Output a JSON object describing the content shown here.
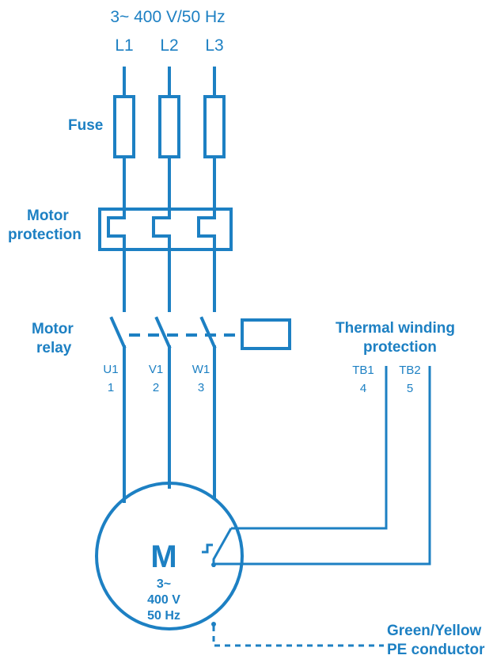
{
  "supply": {
    "rating": "3~ 400 V/50 Hz",
    "phases": [
      "L1",
      "L2",
      "L3"
    ]
  },
  "labels": {
    "fuse": "Fuse",
    "motor_protection": [
      "Motor",
      "protection"
    ],
    "motor_relay": [
      "Motor",
      "relay"
    ],
    "thermal_winding_protection": [
      "Thermal winding",
      "protection"
    ],
    "pe_conductor": [
      "Green/Yellow",
      "PE conductor"
    ]
  },
  "relay_terminals": [
    {
      "name": "U1",
      "number": "1"
    },
    {
      "name": "V1",
      "number": "2"
    },
    {
      "name": "W1",
      "number": "3"
    }
  ],
  "thermal_terminals": [
    {
      "name": "TB1",
      "number": "4"
    },
    {
      "name": "TB2",
      "number": "5"
    }
  ],
  "motor": {
    "symbol": "M",
    "spec": [
      "3~",
      "400 V",
      "50 Hz"
    ]
  },
  "colors": {
    "line": "#1d80c3",
    "background": "#ffffff"
  }
}
